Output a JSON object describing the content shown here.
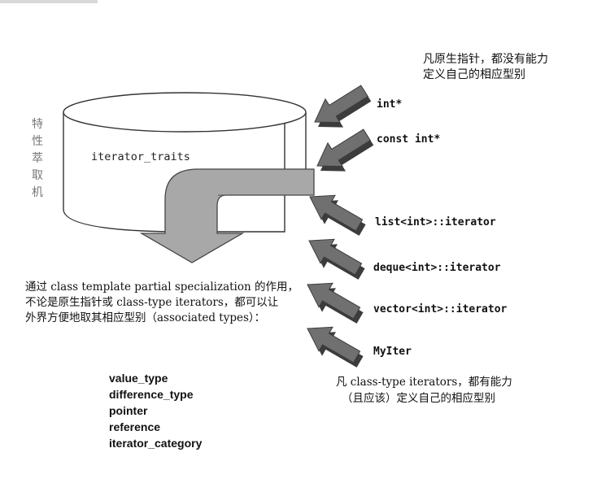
{
  "top_note": {
    "line1": "凡原生指针，都没有能力",
    "line2": "定义自己的相应型别"
  },
  "side_label": "特性萃取机",
  "cylinder_label": "iterator_traits",
  "inputs": [
    "int*",
    "const int*",
    "list<int>::iterator",
    "deque<int>::iterator",
    "vector<int>::iterator",
    "MyIter"
  ],
  "description": {
    "line1": "通过 class template partial specialization 的作用，",
    "line2": "不论是原生指针或 class-type iterators，都可以让",
    "line3": "外界方便地取其相应型别（associated types）："
  },
  "associated_types": [
    "value_type",
    "difference_type",
    "pointer",
    "reference",
    "iterator_category"
  ],
  "bottom_note": {
    "line1": "凡 class-type iterators，都有能力",
    "line2": "（且应该）定义自己的相应型别"
  },
  "colors": {
    "arrow_top": "#707070",
    "arrow_side": "#9a9a9a",
    "arrow_dark": "#3c3c3c",
    "big_arrow": "#a8a8a8",
    "big_arrow_edge": "#444444"
  }
}
